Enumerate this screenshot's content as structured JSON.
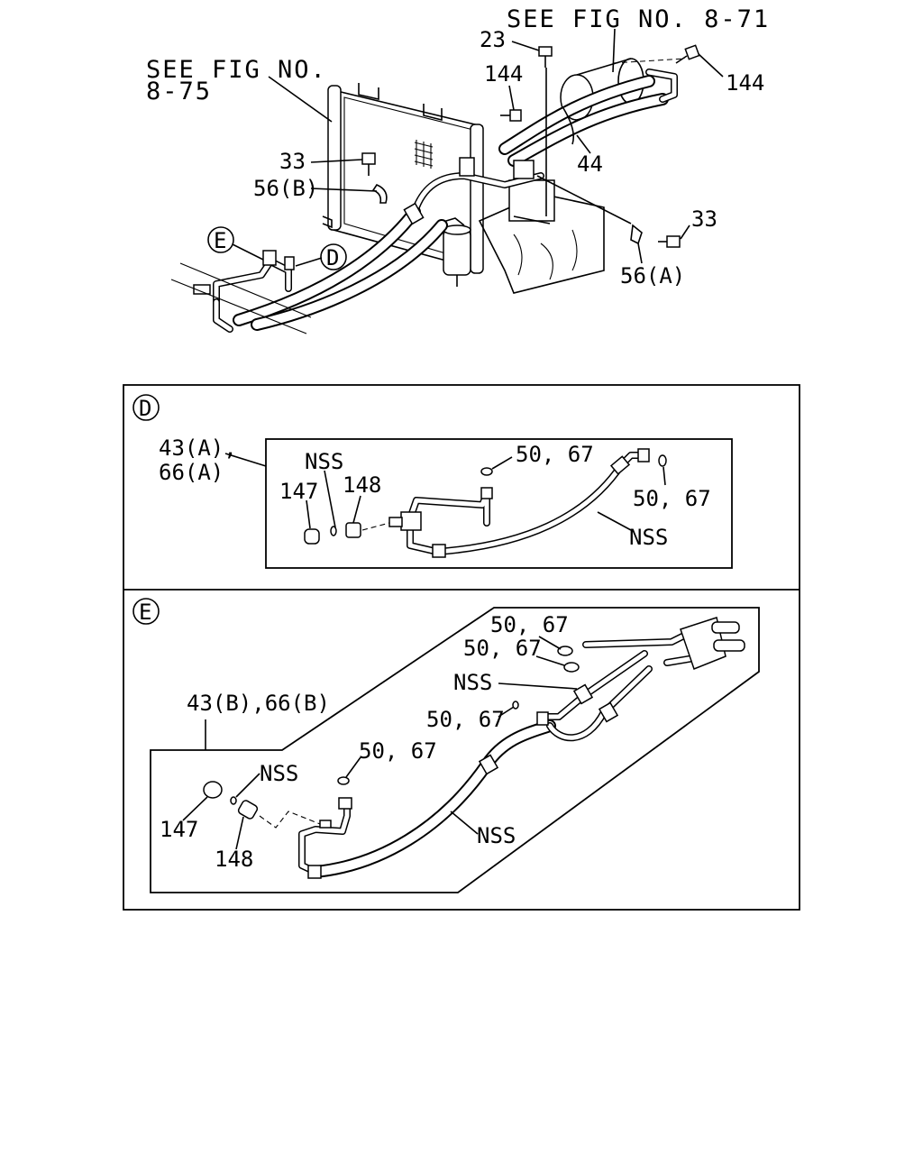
{
  "top": {
    "see_fig_871": "SEE FIG NO. 8-71",
    "see_fig_875_line1": "SEE FIG NO.",
    "see_fig_875_line2": "8-75",
    "callouts": {
      "c23": "23",
      "c144_left": "144",
      "c144_right": "144",
      "c33_left": "33",
      "c33_right": "33",
      "c56b": "56(B)",
      "c56a": "56(A)",
      "c44": "44"
    },
    "ref_e": "E",
    "ref_d": "D"
  },
  "detail_d": {
    "marker": "D",
    "group_label_line1": "43(A),",
    "group_label_line2": "66(A)",
    "callouts": {
      "nss_top": "NSS",
      "c147": "147",
      "c148": "148",
      "c5067_top": "50, 67",
      "c5067_right": "50, 67",
      "nss_hose": "NSS"
    }
  },
  "detail_e": {
    "marker": "E",
    "group_label": "43(B),66(B)",
    "callouts": {
      "c5067_a": "50, 67",
      "c5067_b": "50, 67",
      "nss_mid": "NSS",
      "c5067_c": "50, 67",
      "c5067_d": "50, 67",
      "nss_left": "NSS",
      "c147": "147",
      "c148": "148",
      "nss_hose": "NSS"
    }
  }
}
